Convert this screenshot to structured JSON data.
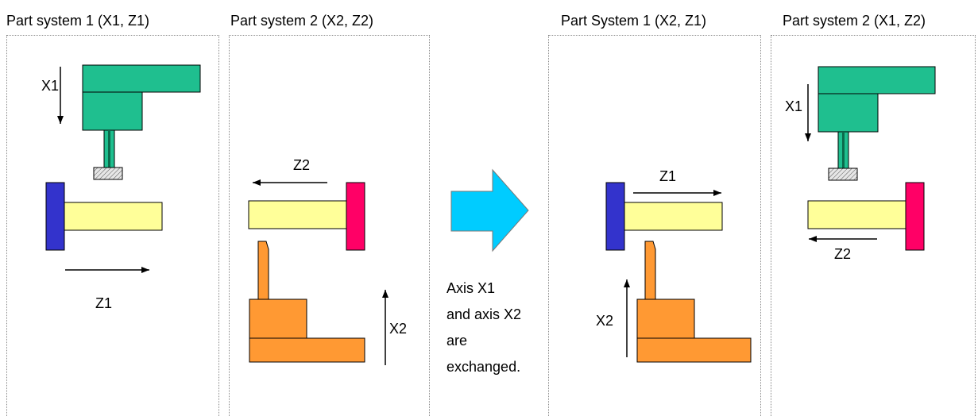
{
  "titles": {
    "left_ps1": "Part system 1 (X1, Z1)",
    "left_ps2": "Part system 2 (X2, Z2)",
    "right_ps1": "Part System 1 (X2, Z1)",
    "right_ps2": "Part system 2 (X1, Z2)"
  },
  "axes": {
    "x1": "X1",
    "z1": "Z1",
    "x2": "X2",
    "z2": "Z2"
  },
  "note_lines": [
    "Axis X1",
    "and axis X2",
    "are",
    "exchanged."
  ],
  "colors": {
    "turret_green": "#1fbf8f",
    "workpiece_yellow": "#ffff99",
    "chuck_blue": "#3333cc",
    "chuck_pink": "#ff0066",
    "tool_orange": "#ff9933",
    "arrow_cyan": "#00ccff"
  }
}
